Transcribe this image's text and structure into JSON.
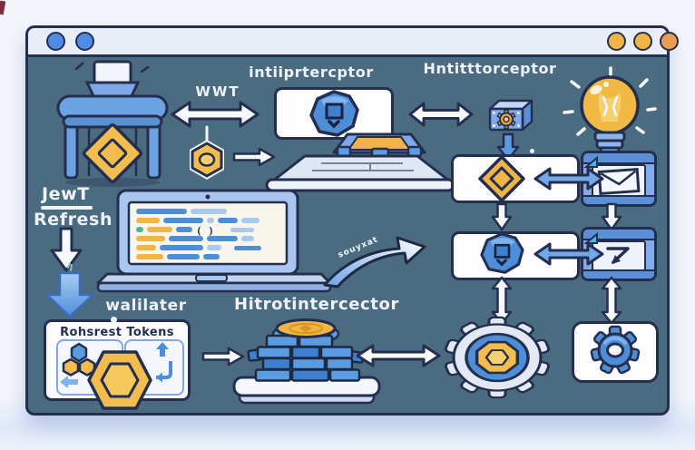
{
  "window": {
    "controls_left": [
      {
        "name": "window-control-dot-blue-1",
        "color": "#4f8be5"
      },
      {
        "name": "window-control-dot-blue-2",
        "color": "#4f8be5"
      }
    ],
    "controls_right": [
      {
        "name": "window-control-dot-yellow-1",
        "color": "#f0b545"
      },
      {
        "name": "window-control-dot-yellow-2",
        "color": "#f0b545"
      },
      {
        "name": "window-control-dot-orange",
        "color": "#ec9d52"
      }
    ]
  },
  "labels": {
    "wwt": "WWT",
    "interceptor_top": "intiiprtercptor",
    "http_interceptor_right": "Hntitttorceptor",
    "jwt": "JewT",
    "refresh": "Refresh",
    "validator": "walilater",
    "http_interceptor_bottom": "Hitrotintercector",
    "tokens_box_title": "Rohsrest Tokens",
    "swoosh": "souyxat",
    "code_parens": "( )"
  },
  "icons": {
    "token-press-machine-icon": "press with diamond token",
    "hexagon-token-icon": "⬡",
    "diamond-token-icon": "◆",
    "heptagon-badge-icon": "badge with box",
    "lightbulb-icon": "💡",
    "gear-3d-box-icon": "cube with gear",
    "envelope-window-icon": "✉",
    "zigzag-window-icon": "↯",
    "laptop-code-icon": "💻",
    "token-stack-icon": "stacked tokens",
    "big-gear-icon": "⚙",
    "blue-gear-icon": "⚙",
    "swoosh-arrow-icon": "curved arrow",
    "refresh-tokens-cluster-icon": "hexagon cluster"
  },
  "colors": {
    "canvas_bg": "#f3f5fa",
    "window_bg": "#4a6b80",
    "titlebar_bg": "#e9edf8",
    "outline": "#242e4e",
    "blue": "#4e8ed8",
    "light_blue": "#a9c9ef",
    "yellow": "#f2bc4e",
    "orange": "#ec9d52",
    "white_box": "#fdfdff"
  }
}
